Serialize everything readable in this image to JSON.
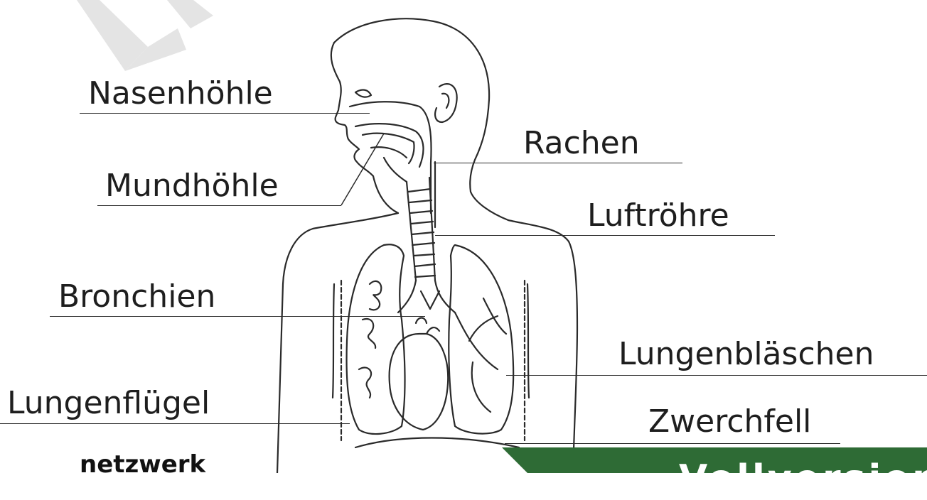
{
  "labels": {
    "nasal_cavity": "Nasenhöhle",
    "oral_cavity": "Mundhöhle",
    "pharynx": "Rachen",
    "trachea": "Luftröhre",
    "bronchi": "Bronchien",
    "alveoli": "Lungenbläschen",
    "lung_lobe": "Lungenflügel",
    "diaphragm": "Zwerchfell"
  },
  "corner_text": "netzwerk",
  "banner_text": "Vollversion",
  "colors": {
    "banner": "#2e6b35",
    "watermark": "#e2e2e2",
    "line": "#2b2b2b"
  }
}
